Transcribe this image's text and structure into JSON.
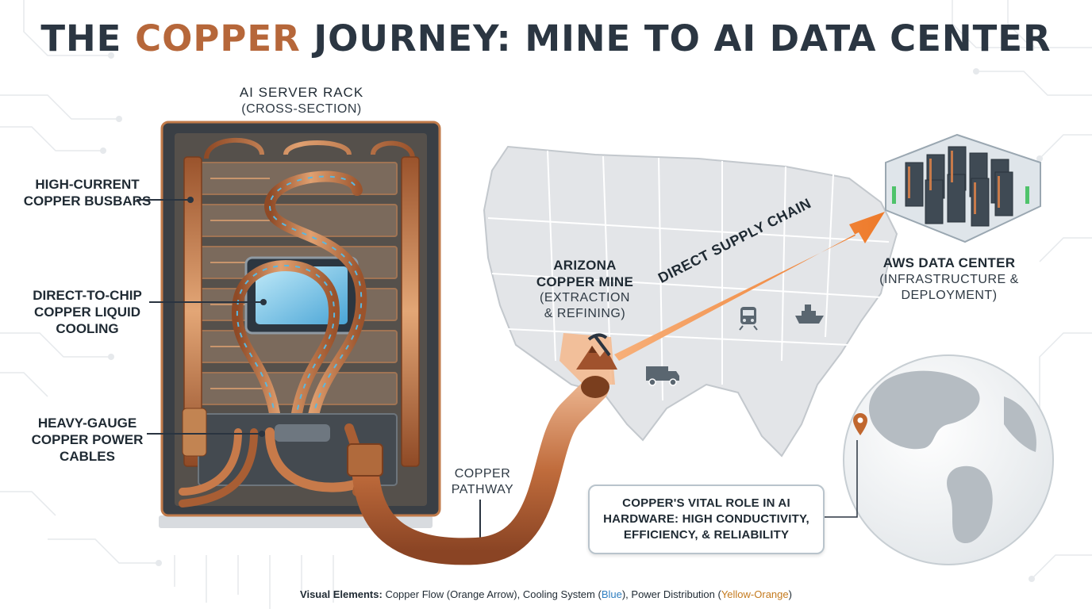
{
  "title": {
    "part1": "THE ",
    "accent": "COPPER",
    "part2": " JOURNEY: MINE TO AI DATA CENTER"
  },
  "rack": {
    "title": "AI SERVER RACK",
    "subtitle": "(CROSS-SECTION)"
  },
  "rack_callouts": [
    "HIGH-CURRENT COPPER BUSBARS",
    "DIRECT-TO-CHIP COPPER LIQUID COOLING",
    "HEAVY-GAUGE COPPER POWER CABLES"
  ],
  "pathway_label": "COPPER PATHWAY",
  "mine": {
    "name": "ARIZONA COPPER MINE",
    "detail": "(EXTRACTION & REFINING)"
  },
  "supply_chain_label": "DIRECT SUPPLY CHAIN",
  "datacenter": {
    "name": "AWS DATA CENTER",
    "detail": "(INFRASTRUCTURE & DEPLOYMENT)"
  },
  "callout": "COPPER'S VITAL ROLE IN AI HARDWARE: HIGH CONDUCTIVITY, EFFICIENCY, & RELIABILITY",
  "legend": {
    "prefix": "Visual Elements:",
    "text1": " Copper Flow (Orange Arrow), Cooling System (",
    "blue": "Blue",
    "text2": "), Power Distribution (",
    "yellow": "Yellow-Orange",
    "text3": ")"
  },
  "icons": [
    "circuit-background",
    "mine-pickaxe-icon",
    "train-icon",
    "ship-icon",
    "truck-icon",
    "location-pin-icon",
    "globe-icon",
    "server-cluster-icon"
  ],
  "colors": {
    "copper": "#c77a4a",
    "copper_dark": "#8f4a26",
    "cooling_blue": "#5ab8e0",
    "map_grey": "#e3e5e8",
    "arrow_orange": "#f08a3a",
    "title_dark": "#2b3642"
  }
}
